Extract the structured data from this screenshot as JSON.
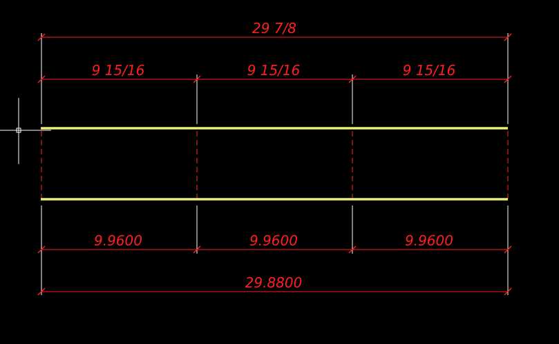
{
  "colors": {
    "background": "#000000",
    "dimension": "#ff1f1f",
    "extension_line": "#ffffff",
    "hidden_line": "#ff2a2a",
    "object_line": "#e8f070",
    "crosshair": "#ffffff"
  },
  "dimensions": {
    "top_overall": "29 7/8",
    "top_segments": [
      "9 15/16",
      "9 15/16",
      "9 15/16"
    ],
    "bottom_segments": [
      "9.9600",
      "9.9600",
      "9.9600"
    ],
    "bottom_overall": "29.8800"
  },
  "cursor": {
    "icon": "crosshair-cursor-icon"
  }
}
